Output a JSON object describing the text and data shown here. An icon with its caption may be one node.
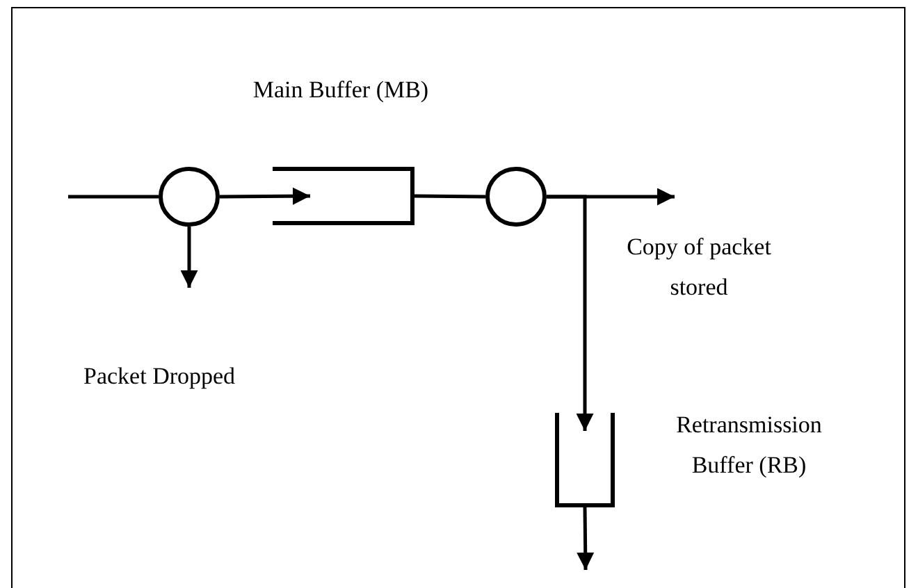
{
  "diagram": {
    "nodes": [
      {
        "text": [],
        "shape": "circle"
      },
      {
        "text": [
          "Main Buffer (MB)"
        ]
      },
      {
        "text": [],
        "shape": "circle"
      },
      {
        "text": [
          "Retransmission Buffer (RB)"
        ]
      }
    ],
    "edges": [
      {
        "from": null,
        "to": 0,
        "arrow": "none"
      },
      {
        "from": 0,
        "to": 1,
        "arrow": "to"
      },
      {
        "from": 1,
        "to": 2,
        "arrow": "none"
      },
      {
        "from": 0,
        "to": null,
        "arrow": "to"
      },
      {
        "from": 2,
        "to": null,
        "arrow": "to"
      },
      {
        "from": 2,
        "to": 3,
        "arrow": "to"
      },
      {
        "from": 3,
        "to": null,
        "arrow": "to"
      }
    ],
    "labels": [
      "Copy of packet stored",
      "Packet Dropped"
    ]
  }
}
